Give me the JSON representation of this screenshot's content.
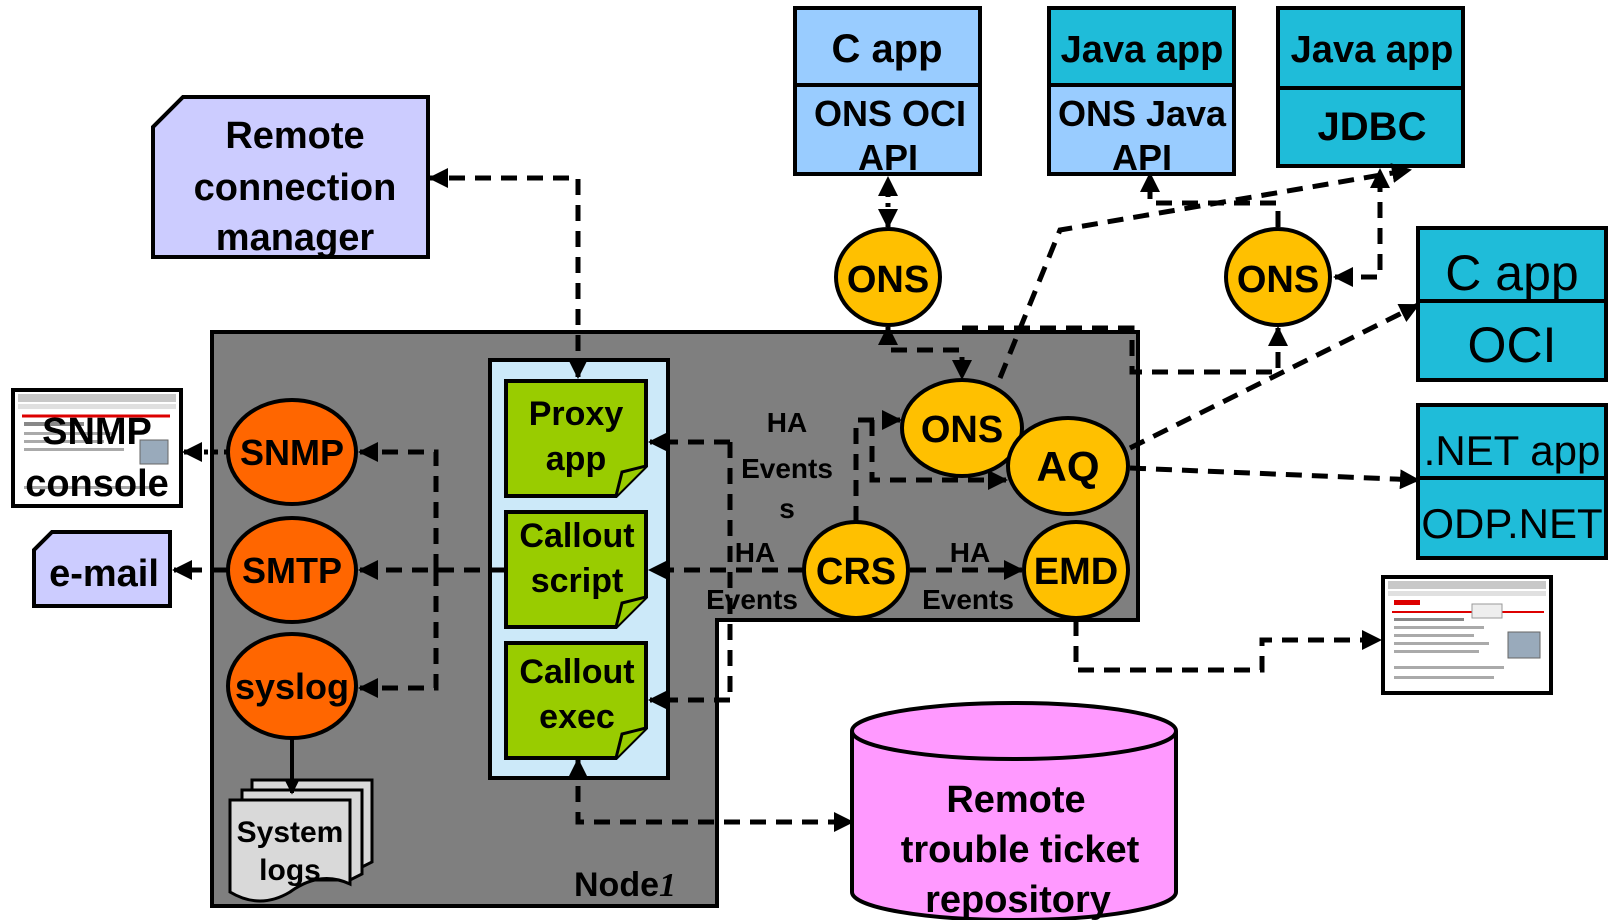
{
  "colors": {
    "node_gray": "#7f7f7f",
    "app_light_blue": "#99ccff",
    "app_cyan": "#1fbcd9",
    "ons_yellow": "#ffc000",
    "protocol_orange": "#ff6600",
    "script_green": "#99cc00",
    "panel_light": "#cce9f9",
    "manager_lavender": "#ccccff",
    "repo_pink": "#ff99ff"
  },
  "remote_manager": {
    "line1": "Remote",
    "line2": "connection",
    "line3": "manager"
  },
  "snmp_console": {
    "line1": "SNMP",
    "line2": "console"
  },
  "email": {
    "label": "e-mail"
  },
  "node": {
    "label": "Node",
    "label_suffix": "1"
  },
  "protocols": {
    "snmp": "SNMP",
    "smtp": "SMTP",
    "syslog": "syslog"
  },
  "system_logs": {
    "line1": "System",
    "line2": "logs"
  },
  "scripts": {
    "proxy": {
      "line1": "Proxy",
      "line2": "app"
    },
    "callout_script": {
      "line1": "Callout",
      "line2": "script"
    },
    "callout_exec": {
      "line1": "Callout",
      "line2": "exec"
    }
  },
  "event_labels": {
    "ha_top": {
      "line1": "HA",
      "line2": "Events",
      "line3": "s"
    },
    "ha_left": {
      "line1": "HA",
      "line2": "Events"
    },
    "ha_right": {
      "line1": "HA",
      "line2": "Events"
    }
  },
  "daemons": {
    "ons_local": "ONS",
    "aq": "AQ",
    "crs": "CRS",
    "emd": "EMD",
    "ons_left": "ONS",
    "ons_right": "ONS"
  },
  "client_apps": {
    "c_app_top": {
      "title": "C app",
      "api_line1": "ONS OCI",
      "api_line2": "API"
    },
    "java_app_ons": {
      "title": "Java app",
      "api_line1": "ONS Java",
      "api_line2": "API"
    },
    "java_app_jdbc": {
      "title": "Java app",
      "api": "JDBC"
    },
    "c_app_oci": {
      "title": "C app",
      "api": "OCI"
    },
    "net_app": {
      "title": ".NET app",
      "api": "ODP.NET"
    }
  },
  "repository": {
    "line1": "Remote",
    "line2": "trouble ticket",
    "line3": "repository"
  },
  "icons": {
    "snmp_console_screen": "browser-window-thumbnail-icon",
    "em_console_screen": "browser-window-thumbnail-icon"
  }
}
